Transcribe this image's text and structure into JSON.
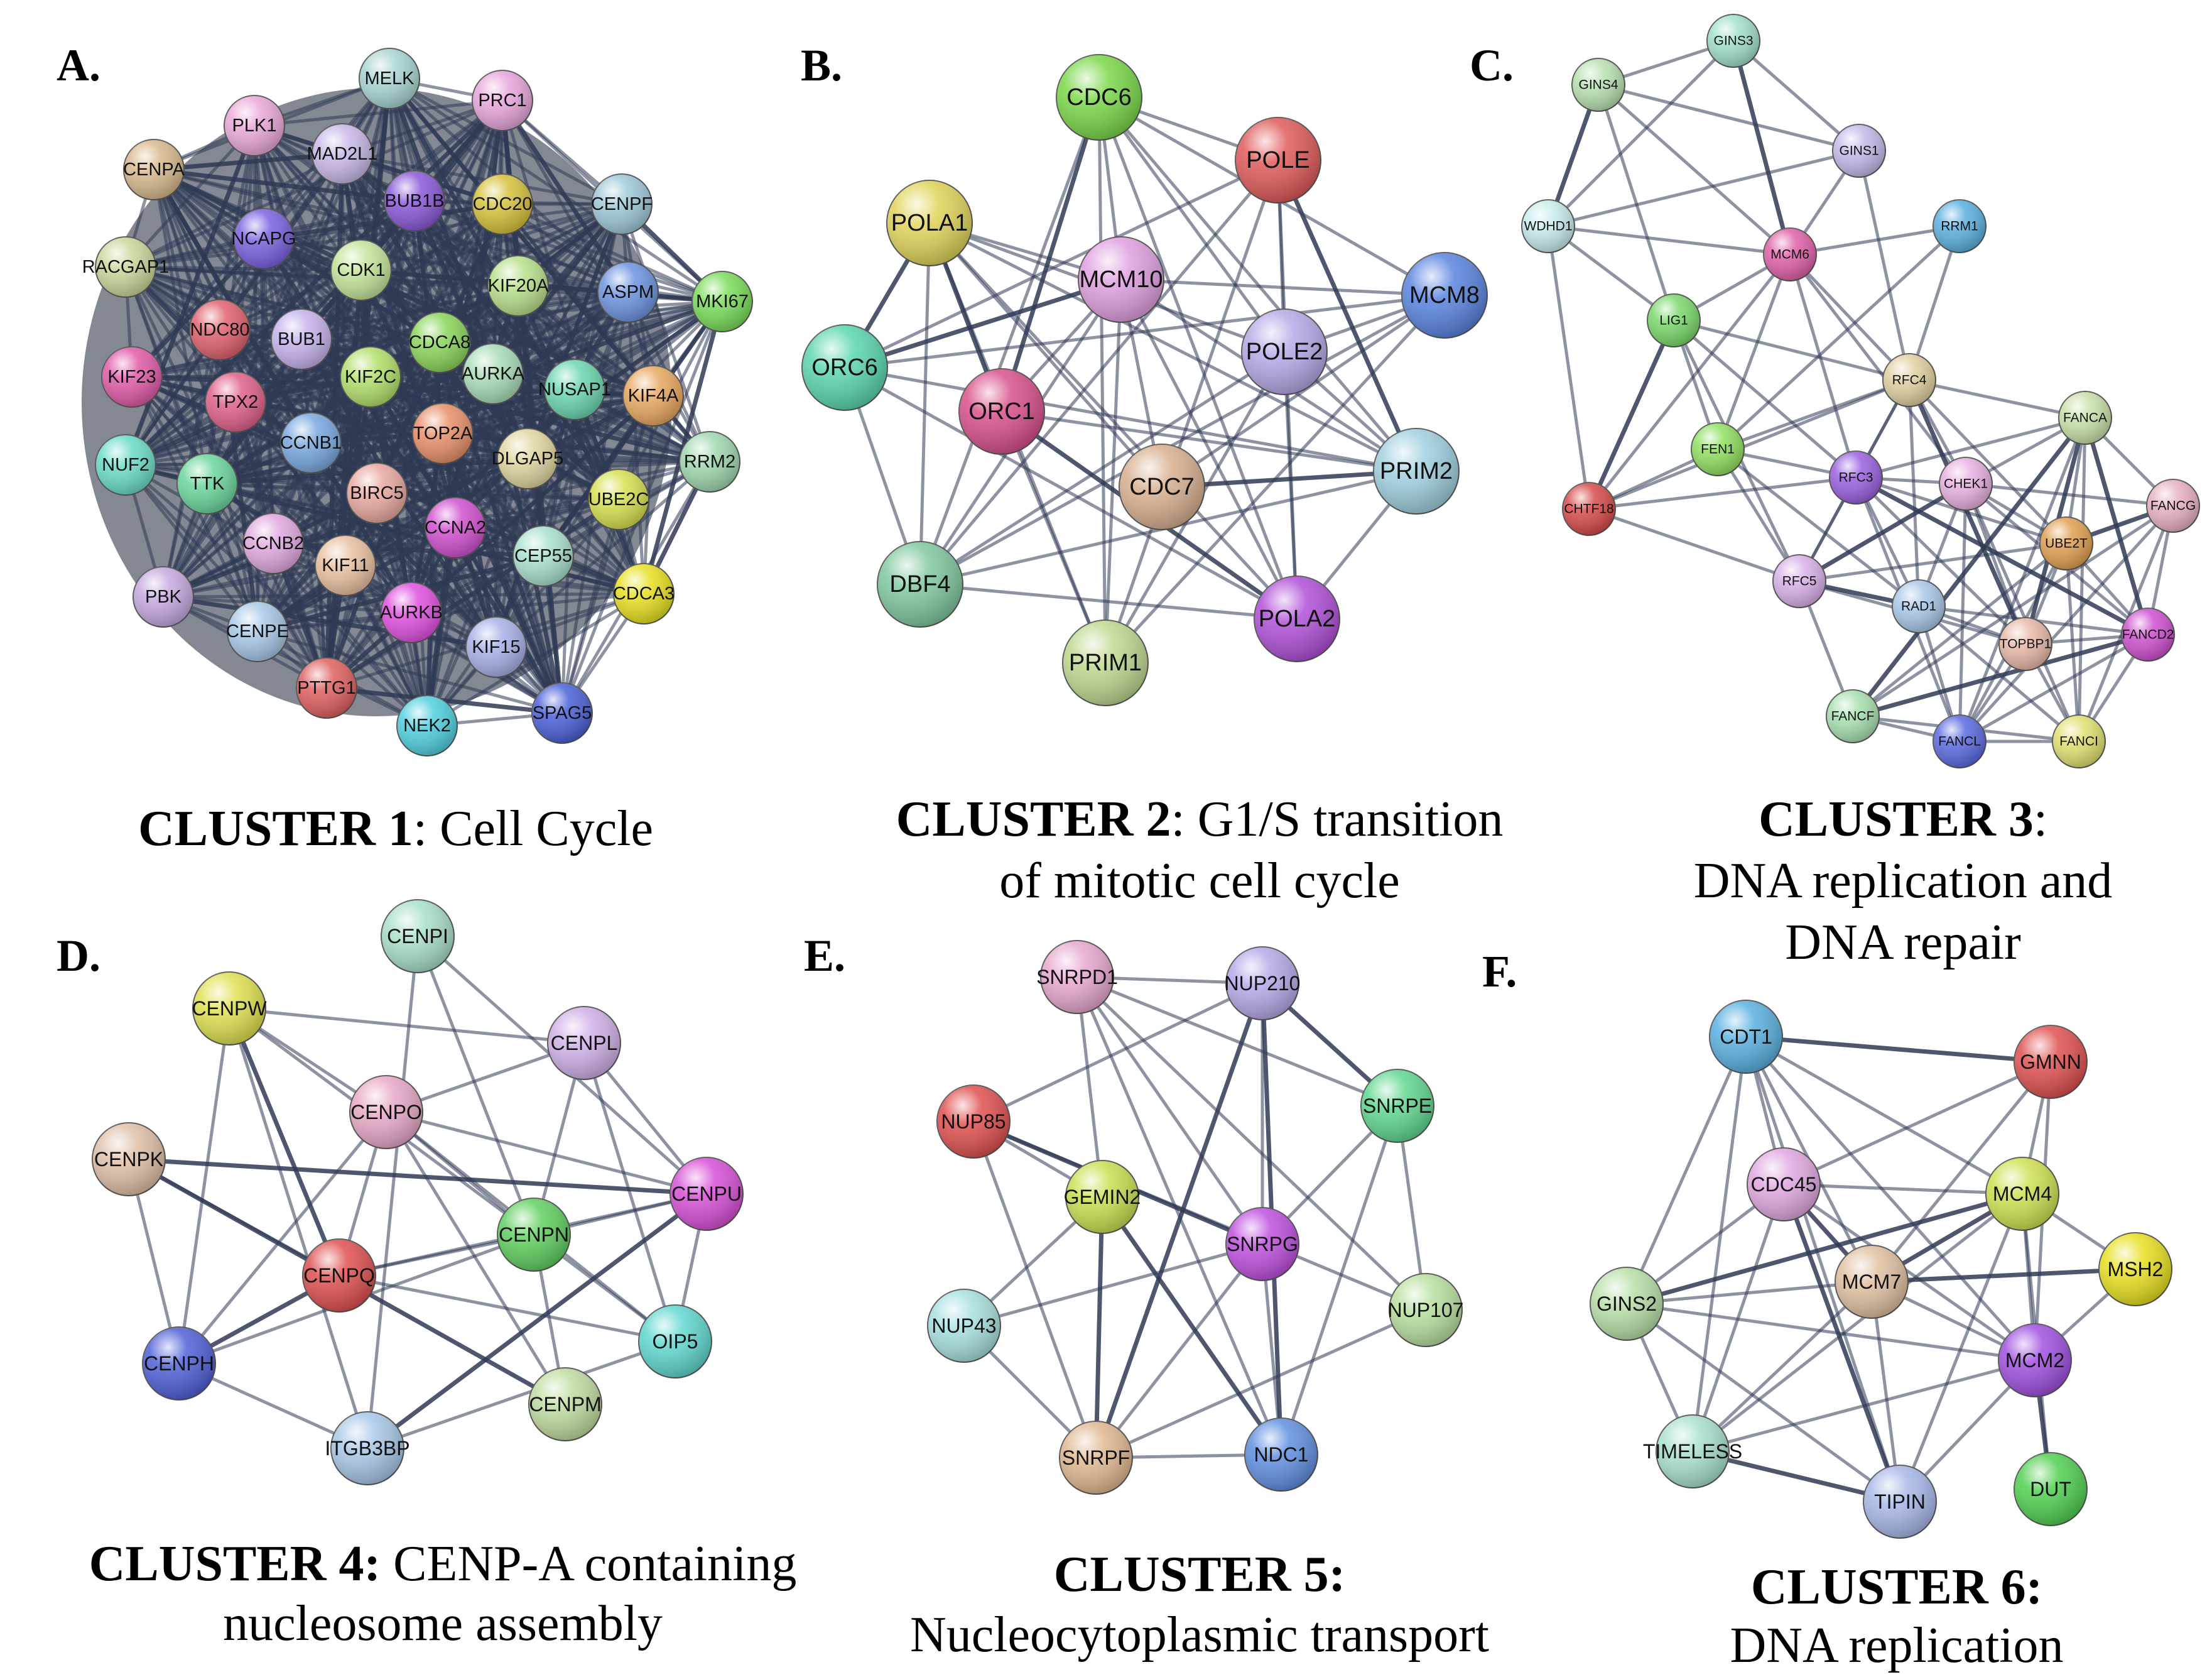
{
  "panels": [
    {
      "letter": "A.",
      "caption_lines": [
        [
          {
            "text": "CLUSTER 1",
            "bold": true
          },
          {
            "text": ": Cell Cycle",
            "bold": false
          }
        ]
      ],
      "nodes": [
        {
          "id": "MELK",
          "color": "#a8d5d2"
        },
        {
          "id": "PRC1",
          "color": "#e7a6db"
        },
        {
          "id": "PLK1",
          "color": "#eaa8d8"
        },
        {
          "id": "MAD2L1",
          "color": "#c9b8e8"
        },
        {
          "id": "CENPA",
          "color": "#d8b98c"
        },
        {
          "id": "BUB1B",
          "color": "#8a58d8"
        },
        {
          "id": "CDC20",
          "color": "#d6c23a"
        },
        {
          "id": "CENPF",
          "color": "#9ec8d8"
        },
        {
          "id": "NCAPG",
          "color": "#7a60e0"
        },
        {
          "id": "RACGAP1",
          "color": "#c9d79a"
        },
        {
          "id": "CDK1",
          "color": "#c4e49a"
        },
        {
          "id": "KIF20A",
          "color": "#b8e08a"
        },
        {
          "id": "ASPM",
          "color": "#6c94e0"
        },
        {
          "id": "MKI67",
          "color": "#7adc5a"
        },
        {
          "id": "NDC80",
          "color": "#e0606e"
        },
        {
          "id": "CDCA8",
          "color": "#8ad65a"
        },
        {
          "id": "BUB1",
          "color": "#c6b2ec"
        },
        {
          "id": "KIF23",
          "color": "#e05aa8"
        },
        {
          "id": "AURKA",
          "color": "#a8dcb8"
        },
        {
          "id": "KIF2C",
          "color": "#b2e06a"
        },
        {
          "id": "TPX2",
          "color": "#e0608a"
        },
        {
          "id": "NUSAP1",
          "color": "#6ad6b0"
        },
        {
          "id": "KIF4A",
          "color": "#e8a860"
        },
        {
          "id": "CCNB1",
          "color": "#78a8e0"
        },
        {
          "id": "TOP2A",
          "color": "#e8906a"
        },
        {
          "id": "RRM2",
          "color": "#a0d8b0"
        },
        {
          "id": "NUF2",
          "color": "#6adcc8"
        },
        {
          "id": "TTK",
          "color": "#6ad69c"
        },
        {
          "id": "DLGAP5",
          "color": "#e0d6a0"
        },
        {
          "id": "BIRC5",
          "color": "#e8a8a0"
        },
        {
          "id": "UBE2C",
          "color": "#d6e050"
        },
        {
          "id": "CCNB2",
          "color": "#e0a8e0"
        },
        {
          "id": "CCNA2",
          "color": "#d050d0"
        },
        {
          "id": "CEP55",
          "color": "#a8e0d0"
        },
        {
          "id": "KIF11",
          "color": "#e8c0a0"
        },
        {
          "id": "PBK",
          "color": "#c6a8e0"
        },
        {
          "id": "CDCA3",
          "color": "#e8e020"
        },
        {
          "id": "CENPE",
          "color": "#a8c8e8"
        },
        {
          "id": "AURKB",
          "color": "#e050e0"
        },
        {
          "id": "KIF15",
          "color": "#a8b0e8"
        },
        {
          "id": "PTTG1",
          "color": "#e06060"
        },
        {
          "id": "NEK2",
          "color": "#50d0e0"
        },
        {
          "id": "SPAG5",
          "color": "#4a60d8"
        }
      ]
    },
    {
      "letter": "B.",
      "caption_lines": [
        [
          {
            "text": "CLUSTER 2",
            "bold": true
          },
          {
            "text": ": G1/S transition",
            "bold": false
          }
        ],
        [
          {
            "text": "of mitotic cell cycle",
            "bold": false
          }
        ]
      ],
      "nodes": [
        {
          "id": "CDC6",
          "color": "#7ad84a"
        },
        {
          "id": "POLE",
          "color": "#e05a5a"
        },
        {
          "id": "POLA1",
          "color": "#e0d45a"
        },
        {
          "id": "MCM10",
          "color": "#e0a0e0"
        },
        {
          "id": "MCM8",
          "color": "#5a84e0"
        },
        {
          "id": "ORC6",
          "color": "#5ad6b0"
        },
        {
          "id": "POLE2",
          "color": "#b8a8e8"
        },
        {
          "id": "ORC1",
          "color": "#d8508a"
        },
        {
          "id": "CDC7",
          "color": "#d8b090"
        },
        {
          "id": "PRIM2",
          "color": "#a0d0e0"
        },
        {
          "id": "DBF4",
          "color": "#80c8a0"
        },
        {
          "id": "POLA2",
          "color": "#b050d8"
        },
        {
          "id": "PRIM1",
          "color": "#c0d890"
        }
      ]
    },
    {
      "letter": "C.",
      "caption_lines": [
        [
          {
            "text": "CLUSTER 3",
            "bold": true
          },
          {
            "text": ":",
            "bold": false
          }
        ],
        [
          {
            "text": "DNA replication and",
            "bold": false
          }
        ],
        [
          {
            "text": "DNA repair",
            "bold": false
          }
        ]
      ],
      "nodes": [
        {
          "id": "GINS3",
          "color": "#a0e0c8"
        },
        {
          "id": "GINS4",
          "color": "#b8e0b0"
        },
        {
          "id": "GINS1",
          "color": "#c6b8ea"
        },
        {
          "id": "WDHD1",
          "color": "#c8ecec"
        },
        {
          "id": "MCM6",
          "color": "#e060a8"
        },
        {
          "id": "RRM1",
          "color": "#5ab0e0"
        },
        {
          "id": "LIG1",
          "color": "#7ad86a"
        },
        {
          "id": "RFC4",
          "color": "#e0d0a0"
        },
        {
          "id": "FANCA",
          "color": "#c8e0a8"
        },
        {
          "id": "FEN1",
          "color": "#90e060"
        },
        {
          "id": "RFC3",
          "color": "#9a60e0"
        },
        {
          "id": "CHEK1",
          "color": "#e8b0e0"
        },
        {
          "id": "CHTF18",
          "color": "#d84a4a"
        },
        {
          "id": "FANCG",
          "color": "#e8b0c0"
        },
        {
          "id": "UBE2T",
          "color": "#e0a050"
        },
        {
          "id": "RFC5",
          "color": "#d8b0e8"
        },
        {
          "id": "RAD1",
          "color": "#a8c8e8"
        },
        {
          "id": "TOPBP1",
          "color": "#e8b8a8"
        },
        {
          "id": "FANCD2",
          "color": "#d050d0"
        },
        {
          "id": "FANCF",
          "color": "#a8e0b0"
        },
        {
          "id": "FANCL",
          "color": "#5a6ae0"
        },
        {
          "id": "FANCI",
          "color": "#e0e070"
        }
      ]
    },
    {
      "letter": "D.",
      "caption_lines": [
        [
          {
            "text": "CLUSTER 4:",
            "bold": true
          },
          {
            "text": " CENP-A containing",
            "bold": false
          }
        ],
        [
          {
            "text": "nucleosome assembly",
            "bold": false
          }
        ]
      ],
      "nodes": [
        {
          "id": "CENPI",
          "color": "#a8e0c8"
        },
        {
          "id": "CENPW",
          "color": "#e0e050"
        },
        {
          "id": "CENPL",
          "color": "#d0b0e8"
        },
        {
          "id": "CENPO",
          "color": "#e8a8c8"
        },
        {
          "id": "CENPK",
          "color": "#e0c0a8"
        },
        {
          "id": "CENPU",
          "color": "#d850d8"
        },
        {
          "id": "CENPN",
          "color": "#60d060"
        },
        {
          "id": "CENPQ",
          "color": "#e05050"
        },
        {
          "id": "OIP5",
          "color": "#60d8d0"
        },
        {
          "id": "CENPH",
          "color": "#5060d8"
        },
        {
          "id": "CENPM",
          "color": "#c0dca0"
        },
        {
          "id": "ITGB3BP",
          "color": "#a8c8e8"
        }
      ]
    },
    {
      "letter": "E.",
      "caption_lines": [
        [
          {
            "text": "CLUSTER 5:",
            "bold": true
          }
        ],
        [
          {
            "text": "Nucleocytoplasmic transport",
            "bold": false
          }
        ]
      ],
      "nodes": [
        {
          "id": "SNRPD1",
          "color": "#e8a8d0"
        },
        {
          "id": "NUP210",
          "color": "#b8a8e8"
        },
        {
          "id": "NUP85",
          "color": "#e05050"
        },
        {
          "id": "SNRPE",
          "color": "#60d890"
        },
        {
          "id": "GEMIN2",
          "color": "#c8e050"
        },
        {
          "id": "SNRPG",
          "color": "#c050e0"
        },
        {
          "id": "NUP107",
          "color": "#b8e0a0"
        },
        {
          "id": "NUP43",
          "color": "#a8e0e0"
        },
        {
          "id": "SNRPF",
          "color": "#e0b890"
        },
        {
          "id": "NDC1",
          "color": "#6090e0"
        }
      ]
    },
    {
      "letter": "F.",
      "caption_lines": [
        [
          {
            "text": "CLUSTER 6:",
            "bold": true
          }
        ],
        [
          {
            "text": "DNA replication",
            "bold": false
          }
        ]
      ],
      "nodes": [
        {
          "id": "CDT1",
          "color": "#5ab0e0"
        },
        {
          "id": "GMNN",
          "color": "#e05050"
        },
        {
          "id": "CDC45",
          "color": "#e0a8e0"
        },
        {
          "id": "MCM4",
          "color": "#d0e050"
        },
        {
          "id": "MSH2",
          "color": "#e8e020"
        },
        {
          "id": "GINS2",
          "color": "#b8e0a8"
        },
        {
          "id": "MCM7",
          "color": "#e0c0a0"
        },
        {
          "id": "MCM2",
          "color": "#a050e0"
        },
        {
          "id": "TIMELESS",
          "color": "#a8e0d0"
        },
        {
          "id": "TIPIN",
          "color": "#a8b8e8"
        },
        {
          "id": "DUT",
          "color": "#50d050"
        }
      ]
    }
  ]
}
